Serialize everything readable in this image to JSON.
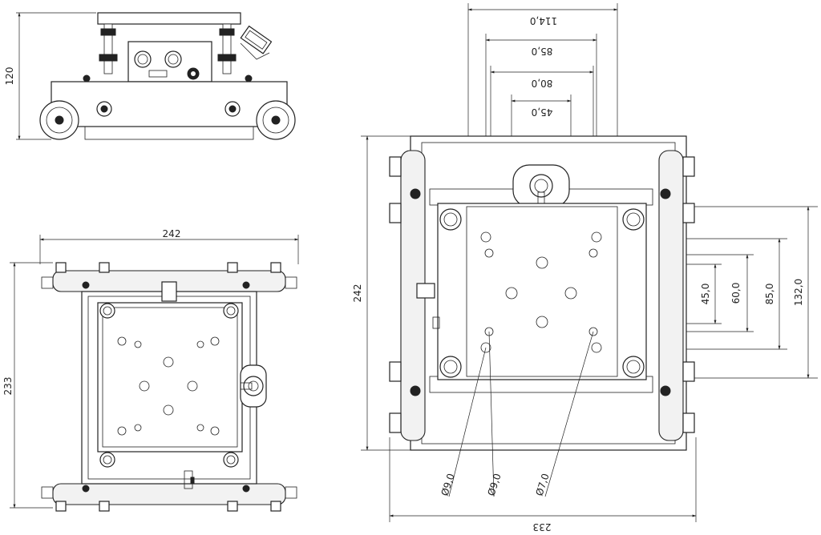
{
  "drawing": {
    "views": [
      "side-view",
      "top-view",
      "bottom-view"
    ],
    "dimensions": {
      "side_height": "120",
      "top_width": "242",
      "top_height": "233",
      "right_height": "242",
      "right_width": "233",
      "d114": "114,0",
      "d85_top": "85,0",
      "d80": "80,0",
      "d45_top": "45,0",
      "v45": "45,0",
      "v60": "60,0",
      "v85": "85,0",
      "v132": "132,0",
      "hole9a": "Ø9,0",
      "hole9b": "Ø9,0",
      "hole7": "Ø7,0"
    }
  }
}
